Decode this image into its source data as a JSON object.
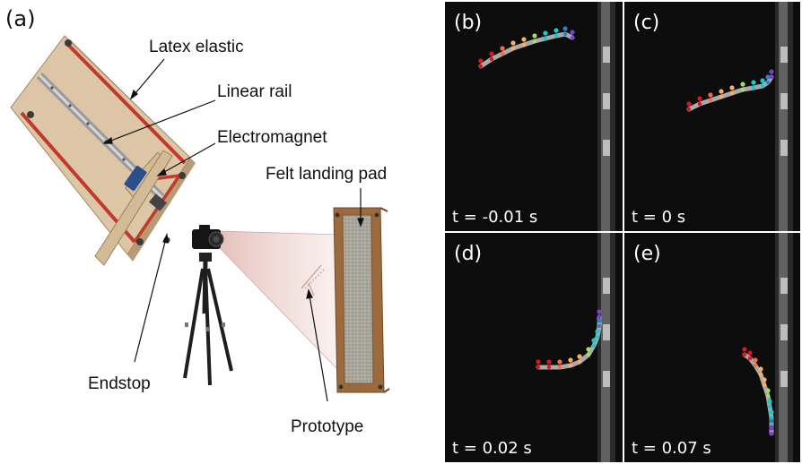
{
  "setup": {
    "panel_label": "(a)",
    "labels": {
      "latex_elastic": "Latex elastic",
      "linear_rail": "Linear rail",
      "electromagnet": "Electromagnet",
      "felt_landing_pad": "Felt landing pad",
      "endstop": "Endstop",
      "prototype": "Prototype"
    },
    "colors": {
      "board": "#d9c2a3",
      "board_edge": "#b89a74",
      "elastic": "#c0392b",
      "rail": "#b0b0b0",
      "magnet": "#2a4f8a",
      "pad_frame": "#9c6a3c",
      "pad_felt": "#a7a59a",
      "camera_fov": "#e9cbc6"
    }
  },
  "frames": [
    {
      "panel_label": "(b)",
      "time_label": "t = -0.01 s"
    },
    {
      "panel_label": "(c)",
      "time_label": "t = 0 s"
    },
    {
      "panel_label": "(d)",
      "time_label": "t = 0.02 s"
    },
    {
      "panel_label": "(e)",
      "time_label": "t = 0.07 s"
    }
  ],
  "frame_colors": {
    "background": "#0c0c0c",
    "wall": "#8e8e8e",
    "body": "#a9a9a9",
    "marker_gradient": [
      "#d7191c",
      "#f46d43",
      "#fdae61",
      "#a6d96a",
      "#1ac9c9",
      "#2b83ba",
      "#7b3fd1"
    ]
  }
}
